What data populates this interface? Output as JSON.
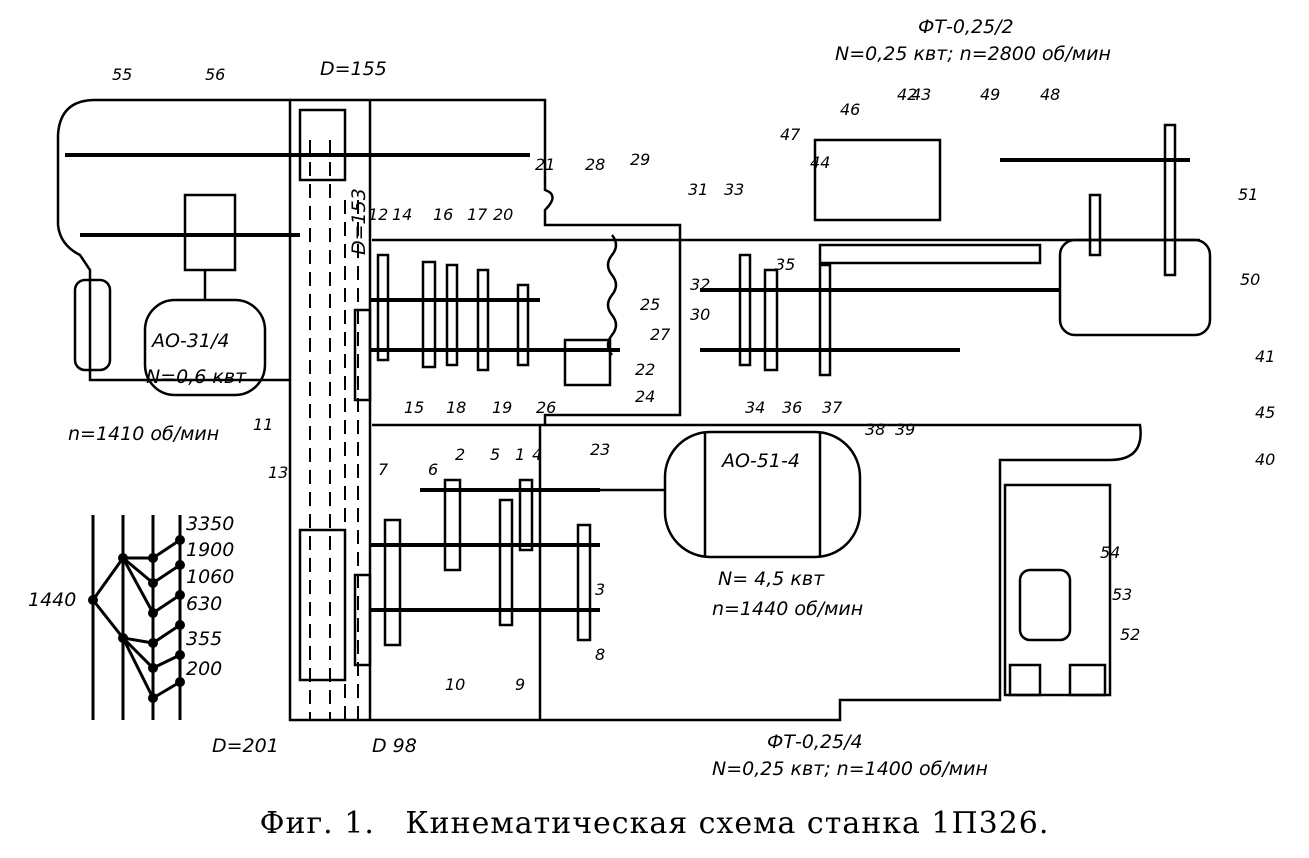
{
  "caption": {
    "figure": "Фиг. 1.",
    "title": "Кинематическая схема станка 1П326."
  },
  "motors": [
    {
      "model": "АО-31/4",
      "power": "N=0,6 квт",
      "speed": "n=1410 об/мин"
    },
    {
      "model": "АО-51-4",
      "power": "N= 4,5 квт",
      "speed": "n=1440 об/мин"
    },
    {
      "model": "ФТ-0,25/2",
      "spec": "N=0,25 квт; n=2800 об/мин"
    },
    {
      "model": "ФТ-0,25/4",
      "spec": "N=0,25 квт; n=1400 об/мин"
    }
  ],
  "pulleys": [
    "D=155",
    "D=153",
    "D=201",
    "D 98"
  ],
  "part_numbers": [
    "1",
    "2",
    "3",
    "4",
    "5",
    "6",
    "7",
    "8",
    "9",
    "10",
    "11",
    "12",
    "13",
    "14",
    "15",
    "16",
    "17",
    "18",
    "19",
    "20",
    "21",
    "22",
    "23",
    "24",
    "25",
    "26",
    "27",
    "28",
    "29",
    "30",
    "31",
    "32",
    "33",
    "34",
    "35",
    "36",
    "37",
    "38",
    "39",
    "40",
    "41",
    "42",
    "43",
    "44",
    "45",
    "46",
    "47",
    "48",
    "49",
    "50",
    "51",
    "52",
    "53",
    "54",
    "55",
    "56"
  ],
  "speed_diagram": {
    "input": "1440",
    "outputs": [
      "3350",
      "1900",
      "1060",
      "630",
      "355",
      "200"
    ]
  }
}
